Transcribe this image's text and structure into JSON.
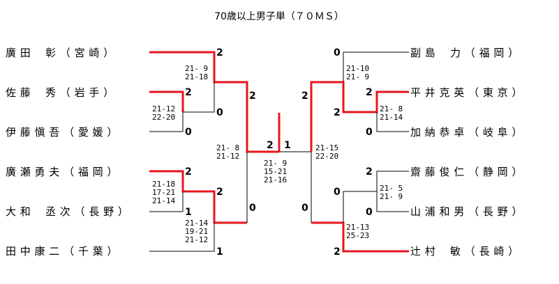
{
  "title": "70歳以上男子単（７０ＭＳ）",
  "left_players": [
    "廣 田　 彰 （ 宮 崎 ）",
    "佐 藤　 秀 （ 岩 手 ）",
    "伊 藤 愼 吾 （ 愛 媛 ）",
    "廣 瀬 勇 夫 （ 福 岡 ）",
    "大 和　 丞 次 （ 長 野 ）",
    "田 中 康 二 （ 千 葉 ）"
  ],
  "right_players": [
    "副 島　 力 （ 福 岡 ）",
    "平 井 克 英 （ 東 京 ）",
    "加 納 恭 卓 （ 岐 阜 ）",
    "齋 藤 俊 仁 （ 静 岡 ）",
    "山 浦 和 男 （ 長 野 ）",
    "辻 村　 敏 （ 長 崎 ）"
  ],
  "scores": {
    "L1": "2",
    "L2": "2",
    "L3": "0",
    "L4": "2",
    "L5": "1",
    "L6": "2",
    "L7": "1",
    "L8": "2",
    "L9": "0",
    "F_left": "2",
    "F_right": "1",
    "R1": "0",
    "R2": "2",
    "R3": "0",
    "R4": "2",
    "R5": "0",
    "R6": "0",
    "R7": "2",
    "R8": "2",
    "R9": "0"
  },
  "sets": {
    "m_l12": [
      "21- 9",
      "21-18"
    ],
    "m_l23": [
      "21-12",
      "22-20"
    ],
    "m_l_semi1": [
      "21- 8",
      "21-12"
    ],
    "m_l45": [
      "21-18",
      "17-21",
      "21-14"
    ],
    "m_l56": [
      "21-14",
      "19-21",
      "21-12"
    ],
    "m_final": [
      "21- 9",
      "15-21",
      "21-16"
    ],
    "m_r12": [
      "21-10",
      "21- 9"
    ],
    "m_r23": [
      "21- 8",
      "21-14"
    ],
    "m_r_semi1": [
      "21-15",
      "22-20"
    ],
    "m_r45": [
      "21- 5",
      "21- 9"
    ],
    "m_r56": [
      "21-13",
      "25-23"
    ]
  },
  "colors": {
    "win": "#e8141c",
    "line": "#000000"
  }
}
